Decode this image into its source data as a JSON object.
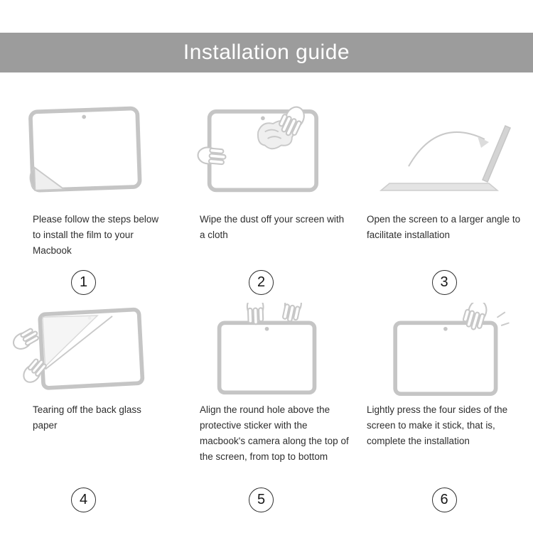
{
  "header": {
    "title": "Installation guide"
  },
  "steps": [
    {
      "num": "1",
      "icon": "macbook-film-peel-illustration",
      "caption": "Please follow the steps below to install the film to your Macbook"
    },
    {
      "num": "2",
      "icon": "wipe-screen-cloth-illustration",
      "caption": "Wipe the dust off your screen with a cloth"
    },
    {
      "num": "3",
      "icon": "open-laptop-angle-illustration",
      "caption": "Open the screen to a larger angle to facilitate installation"
    },
    {
      "num": "4",
      "icon": "tear-back-paper-illustration",
      "caption": "Tearing off the back glass paper"
    },
    {
      "num": "5",
      "icon": "align-camera-hole-illustration",
      "caption": "Align the round hole above the protective sticker with the macbook's camera along the top of the screen, from top to bottom"
    },
    {
      "num": "6",
      "icon": "press-four-sides-illustration",
      "caption": "Lightly press the four sides of the screen to make it stick, that is, complete the installation"
    }
  ]
}
